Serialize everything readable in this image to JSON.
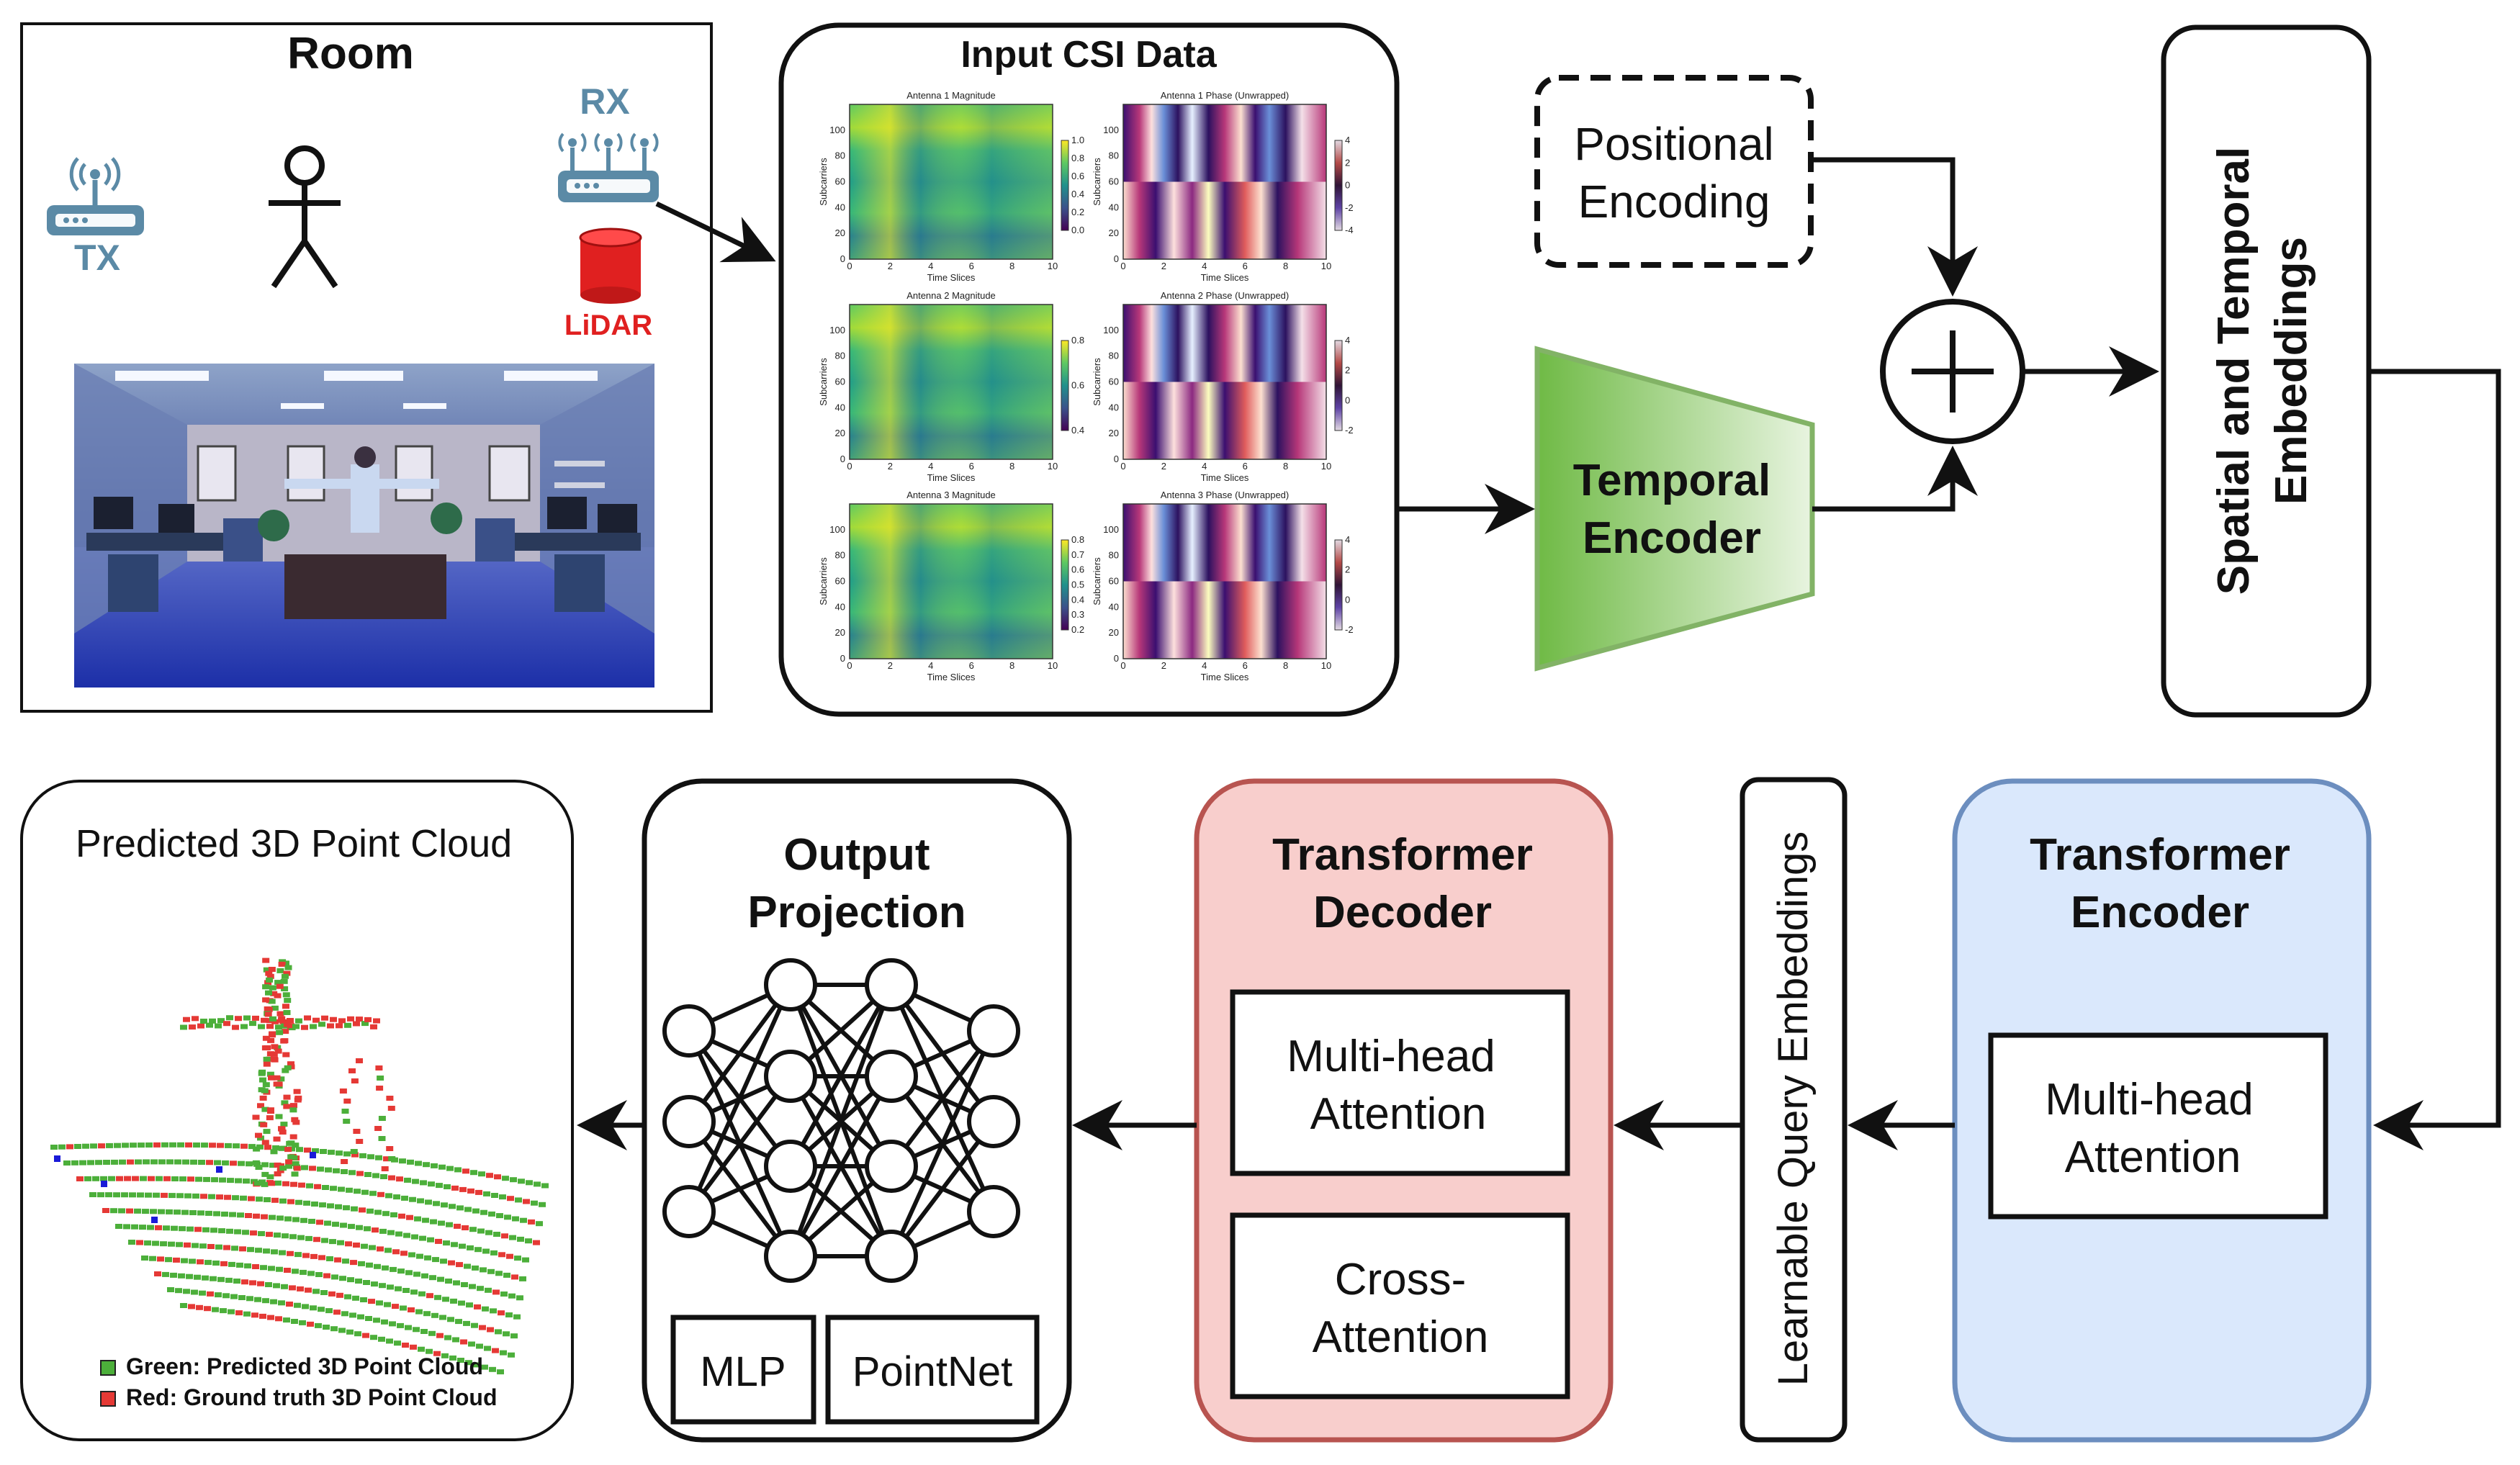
{
  "room": {
    "title": "Room",
    "tx_label": "TX",
    "rx_label": "RX",
    "lidar_label": "LiDAR"
  },
  "csi": {
    "title": "Input CSI Data",
    "plots": [
      {
        "title": "Antenna 1 Magnitude",
        "kind": "magnitude",
        "ticks": [
          "0.0",
          "0.2",
          "0.4",
          "0.6",
          "0.8",
          "1.0"
        ]
      },
      {
        "title": "Antenna 1 Phase (Unwrapped)",
        "kind": "phase",
        "ticks": [
          "-4",
          "-2",
          "0",
          "2",
          "4"
        ]
      },
      {
        "title": "Antenna 2 Magnitude",
        "kind": "magnitude",
        "ticks": [
          "0.4",
          "0.6",
          "0.8"
        ]
      },
      {
        "title": "Antenna 2 Phase (Unwrapped)",
        "kind": "phase",
        "ticks": [
          "-2",
          "0",
          "2",
          "4"
        ]
      },
      {
        "title": "Antenna 3 Magnitude",
        "kind": "magnitude",
        "ticks": [
          "0.2",
          "0.3",
          "0.4",
          "0.5",
          "0.6",
          "0.7",
          "0.8"
        ]
      },
      {
        "title": "Antenna 3 Phase (Unwrapped)",
        "kind": "phase",
        "ticks": [
          "-2",
          "0",
          "2",
          "4"
        ]
      }
    ],
    "xlabel": "Time Slices",
    "ylabel": "Subcarriers",
    "x_ticks": [
      "0",
      "2",
      "4",
      "6",
      "8",
      "10"
    ],
    "y_ticks": [
      "0",
      "20",
      "40",
      "60",
      "80",
      "100"
    ]
  },
  "positional_encoding": {
    "line1": "Positional",
    "line2": "Encoding"
  },
  "temporal_encoder": {
    "line1": "Temporal",
    "line2": "Encoder",
    "fill_color": "#7fbf5a"
  },
  "embeddings": {
    "line1": "Spatial and Temporal",
    "line2": "Embeddings"
  },
  "transformer_encoder": {
    "line1": "Transformer",
    "line2": "Encoder",
    "inner_line1": "Multi-head",
    "inner_line2": "Attention",
    "fill_color": "#dae8fc",
    "stroke_color": "#6c8ebf"
  },
  "learnable_query": {
    "label": "Learnable Query Embeddings"
  },
  "transformer_decoder": {
    "line1": "Transformer",
    "line2": "Decoder",
    "attn_line1": "Multi-head",
    "attn_line2": "Attention",
    "cross_line1": "Cross-",
    "cross_line2": "Attention",
    "fill_color": "#f8cecc",
    "stroke_color": "#b85450"
  },
  "output_projection": {
    "line1": "Output",
    "line2": "Projection",
    "mlp_label": "MLP",
    "pointnet_label": "PointNet"
  },
  "point_cloud": {
    "title": "Predicted 3D Point Cloud",
    "legend_green": "Green: Predicted 3D Point Cloud",
    "legend_red": "Red: Ground truth 3D Point Cloud",
    "green_color": "#4caf3a",
    "red_color": "#e53935"
  }
}
